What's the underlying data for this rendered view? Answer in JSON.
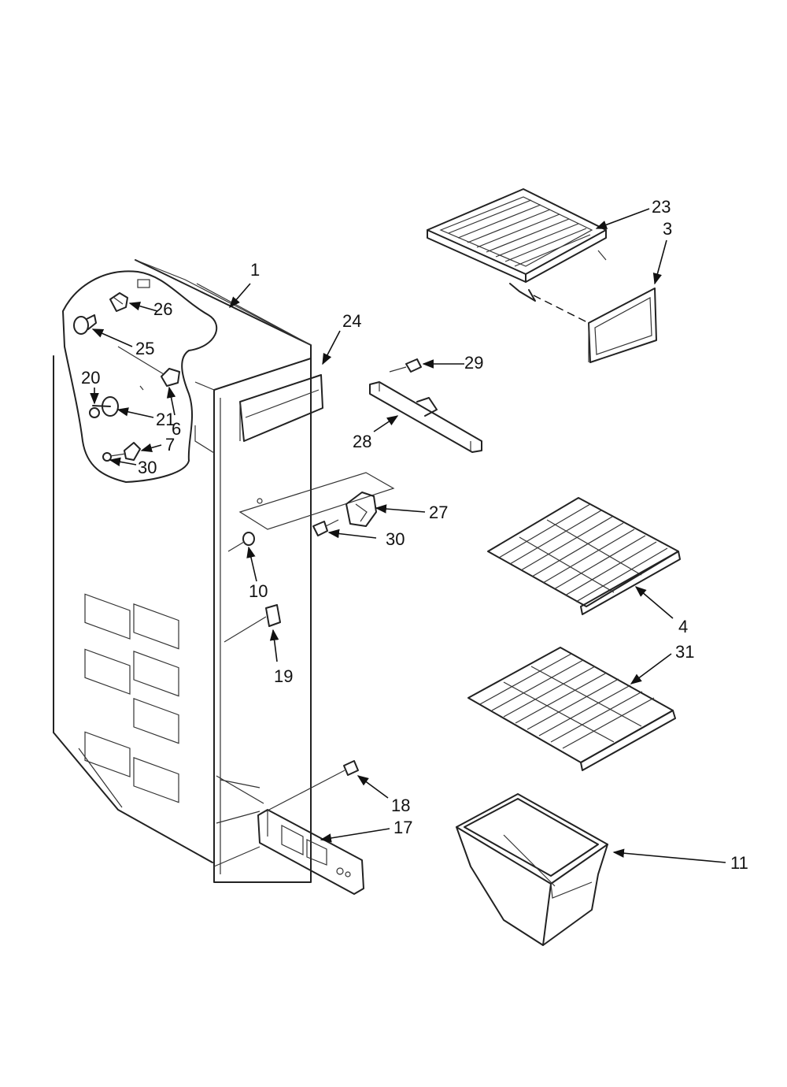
{
  "diagram": {
    "callouts": [
      {
        "id": "1",
        "text": "1"
      },
      {
        "id": "3",
        "text": "3"
      },
      {
        "id": "4",
        "text": "4"
      },
      {
        "id": "6",
        "text": "6"
      },
      {
        "id": "7",
        "text": "7"
      },
      {
        "id": "10",
        "text": "10"
      },
      {
        "id": "11",
        "text": "11"
      },
      {
        "id": "17",
        "text": "17"
      },
      {
        "id": "18",
        "text": "18"
      },
      {
        "id": "19",
        "text": "19"
      },
      {
        "id": "20",
        "text": "20"
      },
      {
        "id": "21",
        "text": "21"
      },
      {
        "id": "23",
        "text": "23"
      },
      {
        "id": "24",
        "text": "24"
      },
      {
        "id": "25",
        "text": "25"
      },
      {
        "id": "26",
        "text": "26"
      },
      {
        "id": "27",
        "text": "27"
      },
      {
        "id": "28",
        "text": "28"
      },
      {
        "id": "29",
        "text": "29"
      },
      {
        "id": "30a",
        "text": "30"
      },
      {
        "id": "30b",
        "text": "30"
      },
      {
        "id": "31",
        "text": "31"
      }
    ]
  }
}
